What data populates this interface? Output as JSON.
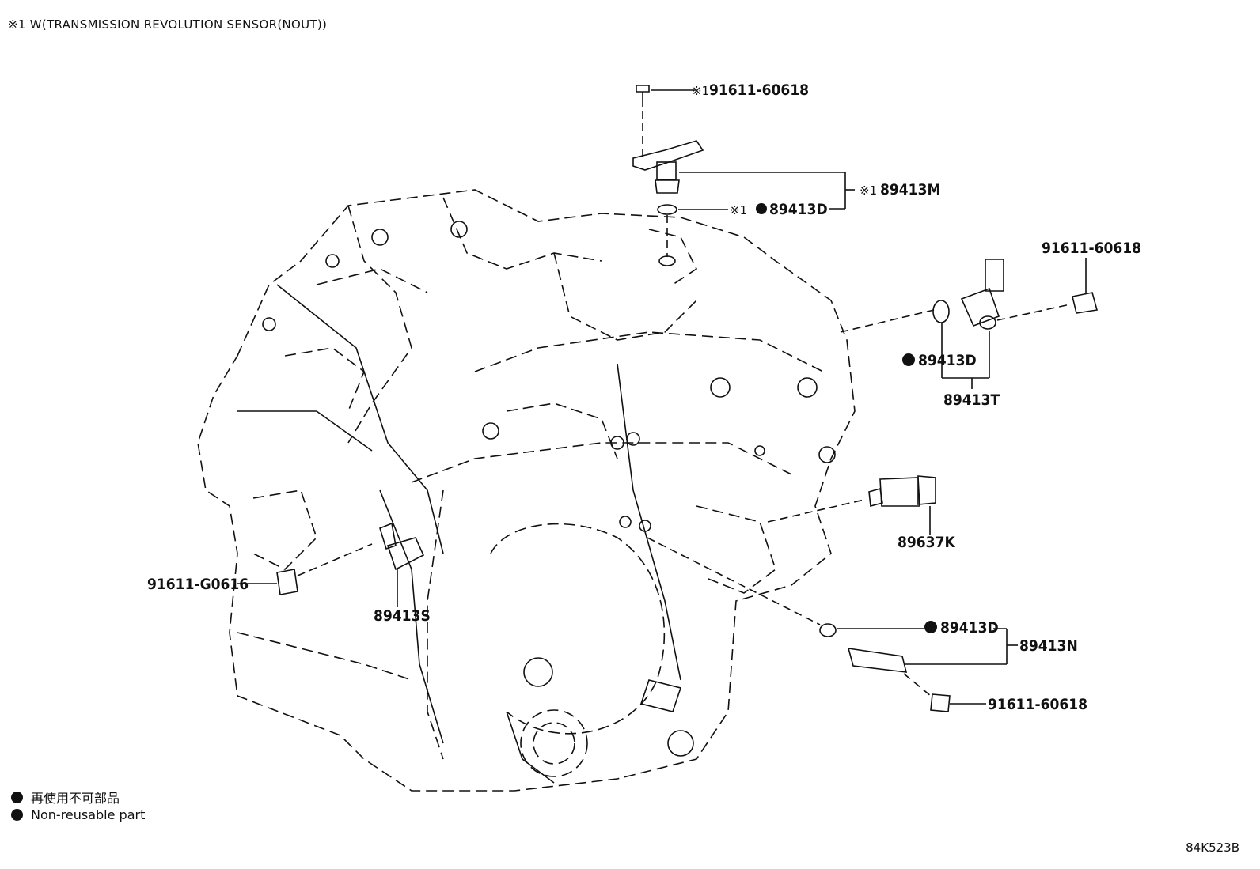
{
  "header": {
    "note": "※1 W(TRANSMISSION REVOLUTION SENSOR(NOUT))"
  },
  "symbols": {
    "ref_mark": "※1",
    "nonreusable_dot": "●"
  },
  "callouts": {
    "bolt_top": "91611-60618",
    "sensor_m": "89413M",
    "oring_top": "89413D",
    "bolt_right": "91611-60618",
    "oring_right": "89413D",
    "sensor_t": "89413T",
    "switch_k": "89637K",
    "bolt_left": "91611-G0616",
    "sensor_s": "89413S",
    "oring_bottom": "89413D",
    "sensor_n": "89413N",
    "bolt_bottom": "91611-60618"
  },
  "legend": {
    "jp": "再使用不可部品",
    "en": "Non-reusable part"
  },
  "footer": {
    "code": "84K523B"
  },
  "colors": {
    "ink": "#111111",
    "background": "#ffffff"
  }
}
